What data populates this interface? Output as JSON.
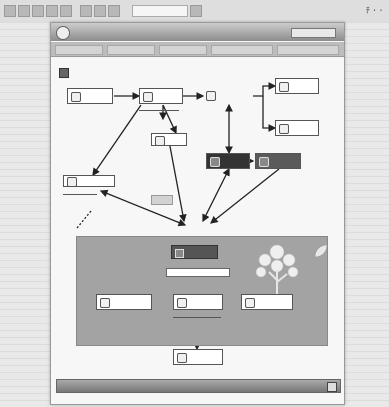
{
  "window": {
    "title": "",
    "right_menu": "ﾁ ･ ･"
  },
  "header": {
    "app_title": "",
    "user": ""
  },
  "nav": {
    "tabs": [
      {
        "label": ""
      },
      {
        "label": ""
      },
      {
        "label": ""
      },
      {
        "label": ""
      },
      {
        "label": ""
      }
    ]
  },
  "section": {
    "title": ""
  },
  "flow": {
    "nodes": [
      {
        "id": "n1",
        "label": "",
        "style": "light"
      },
      {
        "id": "n2",
        "label": "",
        "style": "light"
      },
      {
        "id": "n3",
        "label": "",
        "style": "light"
      },
      {
        "id": "n4",
        "label": "",
        "style": "light"
      },
      {
        "id": "n5",
        "label": "",
        "style": "light"
      },
      {
        "id": "n6",
        "label": "",
        "style": "light"
      },
      {
        "id": "n7",
        "label": "",
        "style": "light"
      },
      {
        "id": "n8",
        "label": "",
        "style": "dark"
      },
      {
        "id": "n9",
        "label": "",
        "style": "mid"
      },
      {
        "id": "center",
        "label": "",
        "style": "dark"
      },
      {
        "id": "b1",
        "label": "",
        "style": "light"
      },
      {
        "id": "b2",
        "label": "",
        "style": "light"
      },
      {
        "id": "b3",
        "label": "",
        "style": "light"
      },
      {
        "id": "bottom",
        "label": "",
        "style": "light"
      }
    ]
  },
  "footer": {
    "copyright": ""
  },
  "colors": {
    "page_bg": "#f7f7f7",
    "header_dark": "#8c8c8c",
    "panel": "#a3a3a3",
    "node_dark": "#333333"
  }
}
